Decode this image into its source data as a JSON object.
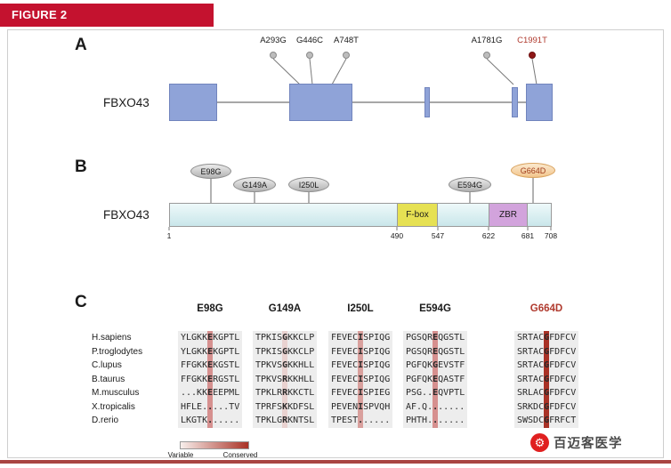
{
  "header": {
    "title": "FIGURE 2"
  },
  "panel_a": {
    "label": "A",
    "gene_name": "FBXO43",
    "mutations": [
      {
        "label": "A293G",
        "emphasis": false
      },
      {
        "label": "G446C",
        "emphasis": false
      },
      {
        "label": "A748T",
        "emphasis": false
      },
      {
        "label": "A1781G",
        "emphasis": false
      },
      {
        "label": "C1991T",
        "emphasis": true
      }
    ]
  },
  "panel_b": {
    "label": "B",
    "protein_name": "FBXO43",
    "mutations": [
      {
        "label": "E98G",
        "emphasis": false
      },
      {
        "label": "G149A",
        "emphasis": false
      },
      {
        "label": "I250L",
        "emphasis": false
      },
      {
        "label": "E594G",
        "emphasis": false
      },
      {
        "label": "G664D",
        "emphasis": true
      }
    ],
    "domains": [
      {
        "name": "F-box",
        "start": "490",
        "end": "547"
      },
      {
        "name": "ZBR",
        "start": "622",
        "end": "681"
      }
    ],
    "scale_ticks": [
      "1",
      "490",
      "547",
      "622",
      "681",
      "708"
    ]
  },
  "panel_c": {
    "label": "C",
    "species": [
      "H.sapiens",
      "P.troglodytes",
      "C.lupus",
      "B.taurus",
      "M.musculus",
      "X.tropicalis",
      "D.rerio"
    ],
    "blocks": [
      {
        "header": "E98G",
        "emphasis": false,
        "highlight_color": "#d6908f",
        "sequences": [
          "YLGKKEKGPTL",
          "YLGKKEKGPTL",
          "FFGKKEKGSTL",
          "FFGKKERGSTL",
          "...KKEEEPML",
          "HFLE.....TV",
          "LKGTK......"
        ]
      },
      {
        "header": "G149A",
        "emphasis": false,
        "highlight_color": "#e9d2d0",
        "sequences": [
          "TPKISGKKCLP",
          "TPKISGKKCLP",
          "TPKVSGKKHLL",
          "TPKVSRKKHLL",
          "TPKLRRKKCTL",
          "TPRFSKKDFSL",
          "TPKLGRKNTSL"
        ]
      },
      {
        "header": "I250L",
        "emphasis": false,
        "highlight_color": "#d9a09d",
        "sequences": [
          "FEVECISPIQG",
          "FEVECISPIQG",
          "FEVECISPIQG",
          "FEVECISPIQG",
          "FEVECISPIEG",
          "PEVENISPVQH",
          "TPEST......"
        ]
      },
      {
        "header": "E594G",
        "emphasis": false,
        "highlight_color": "#d6908f",
        "sequences": [
          "PGSQREQGSTL",
          "PGSQREQGSTL",
          "PGFQKGEVSTF",
          "PGFQKEQASTF",
          "PSG..EQVPTL",
          "AF.Q.......",
          "PHTH......."
        ]
      },
      {
        "header": "G664D",
        "emphasis": true,
        "highlight_color": "#a93226",
        "sequences": [
          "SRTACGFDFCV",
          "SRTACGFDFCV",
          "SRTACGFDFCV",
          "SRTACGFDFCV",
          "SRLACGFDFCV",
          "SRKDCGFDFCV",
          "SWSDCGFRFCT"
        ]
      }
    ],
    "legend": {
      "left": "Variable",
      "right": "Conserved"
    }
  },
  "watermark": {
    "text": "百迈客医学"
  },
  "colors": {
    "header_red": "#c4122f",
    "mutation_red": "#b03a2e",
    "exon_blue": "#8fa3d8",
    "fbox_yellow": "#e6e153",
    "zbr_purple": "#d2a3dc",
    "conserved_dark": "#a93226"
  }
}
